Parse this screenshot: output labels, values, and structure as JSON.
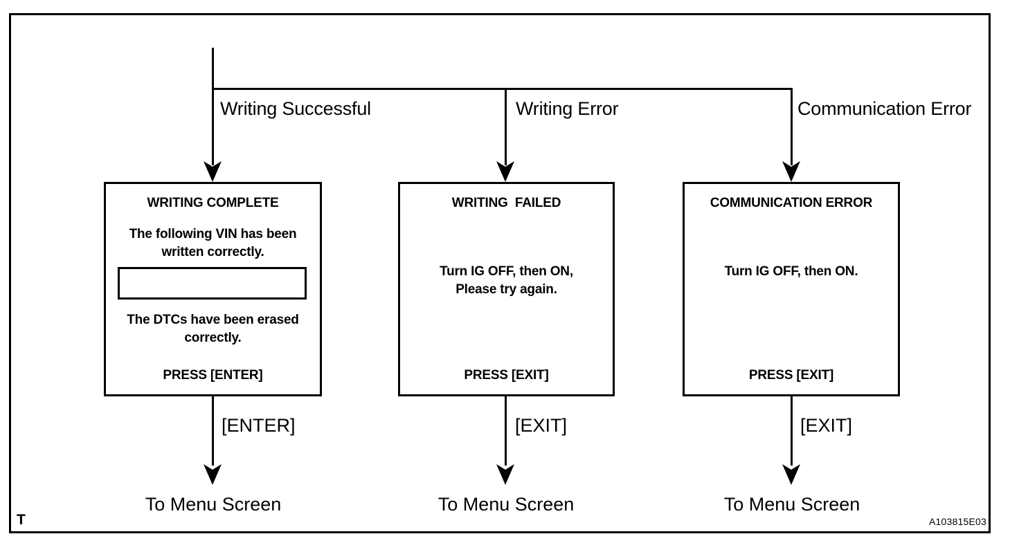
{
  "page": {
    "background_color": "#ffffff",
    "line_color": "#000000"
  },
  "corner_label": "T",
  "figure_id": "A103815E03",
  "branches": [
    {
      "condition": "Writing Successful",
      "key_label": "[ENTER]",
      "destination": "To Menu Screen",
      "screen": {
        "title": "WRITING COMPLETE",
        "message_top": "The following VIN has been\nwritten correctly.",
        "message_bottom": "The DTCs have been erased\ncorrectly.",
        "press_label": "PRESS [ENTER]"
      }
    },
    {
      "condition": "Writing Error",
      "key_label": "[EXIT]",
      "destination": "To Menu Screen",
      "screen": {
        "title": "WRITING  FAILED",
        "message": "Turn IG OFF, then ON,\nPlease try again.",
        "press_label": "PRESS [EXIT]"
      }
    },
    {
      "condition": "Communication Error",
      "key_label": "[EXIT]",
      "destination": "To Menu Screen",
      "screen": {
        "title": "COMMUNICATION ERROR",
        "message": "Turn IG OFF, then ON.",
        "press_label": "PRESS [EXIT]"
      }
    }
  ]
}
